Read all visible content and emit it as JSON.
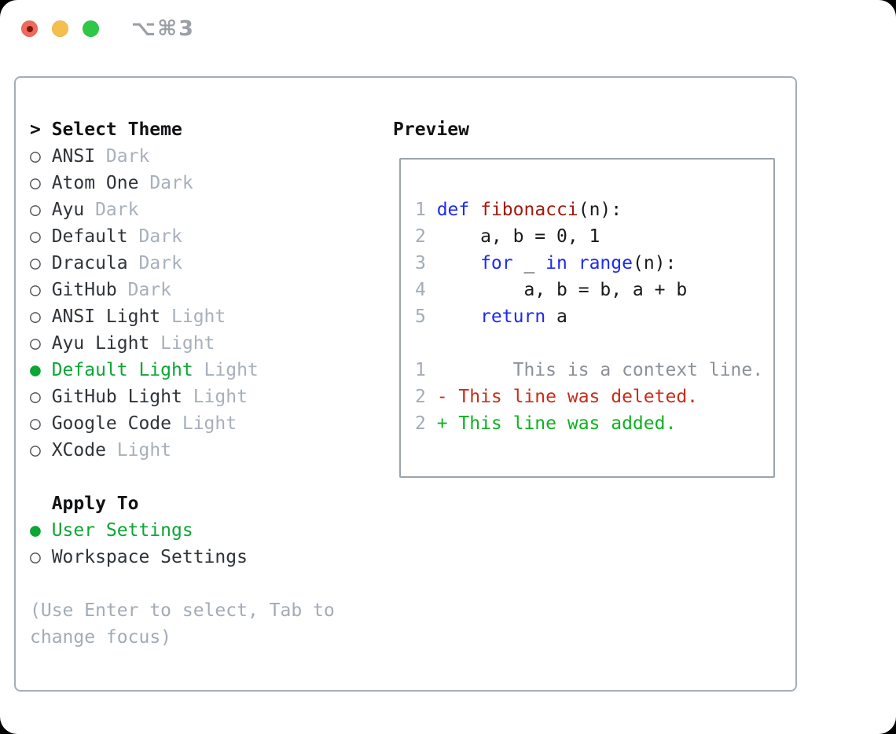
{
  "titlebar": {
    "title": "⌥⌘3"
  },
  "markers": {
    "focused": ">",
    "selected": "●",
    "unselected": "○"
  },
  "theme_list": {
    "header": "Select Theme",
    "items": [
      {
        "name": "ANSI",
        "variant": "Dark",
        "selected": false
      },
      {
        "name": "Atom One",
        "variant": "Dark",
        "selected": false
      },
      {
        "name": "Ayu",
        "variant": "Dark",
        "selected": false
      },
      {
        "name": "Default",
        "variant": "Dark",
        "selected": false
      },
      {
        "name": "Dracula",
        "variant": "Dark",
        "selected": false
      },
      {
        "name": "GitHub",
        "variant": "Dark",
        "selected": false
      },
      {
        "name": "ANSI Light",
        "variant": "Light",
        "selected": false
      },
      {
        "name": "Ayu Light",
        "variant": "Light",
        "selected": false
      },
      {
        "name": "Default Light",
        "variant": "Light",
        "selected": true
      },
      {
        "name": "GitHub Light",
        "variant": "Light",
        "selected": false
      },
      {
        "name": "Google Code",
        "variant": "Light",
        "selected": false
      },
      {
        "name": "XCode",
        "variant": "Light",
        "selected": false
      }
    ]
  },
  "apply_to": {
    "header": "Apply To",
    "options": [
      {
        "label": "User Settings",
        "selected": true
      },
      {
        "label": "Workspace Settings",
        "selected": false
      }
    ]
  },
  "hint": "(Use Enter to select, Tab to change focus)",
  "preview": {
    "header": "Preview",
    "code_lines": [
      {
        "num": "1",
        "tokens": [
          {
            "t": "def",
            "c": "kw"
          },
          {
            "t": " ",
            "c": "pl"
          },
          {
            "t": "fibonacci",
            "c": "fn"
          },
          {
            "t": "(n):",
            "c": "pl"
          }
        ]
      },
      {
        "num": "2",
        "tokens": [
          {
            "t": "    a, b = 0, 1",
            "c": "pl"
          }
        ]
      },
      {
        "num": "3",
        "tokens": [
          {
            "t": "    ",
            "c": "pl"
          },
          {
            "t": "for",
            "c": "kw"
          },
          {
            "t": " _ ",
            "c": "pl"
          },
          {
            "t": "in",
            "c": "kw"
          },
          {
            "t": " ",
            "c": "pl"
          },
          {
            "t": "range",
            "c": "kw"
          },
          {
            "t": "(n):",
            "c": "pl"
          }
        ]
      },
      {
        "num": "4",
        "tokens": [
          {
            "t": "        a, b = b, a + b",
            "c": "pl"
          }
        ]
      },
      {
        "num": "5",
        "tokens": [
          {
            "t": "    ",
            "c": "pl"
          },
          {
            "t": "return",
            "c": "kw"
          },
          {
            "t": " a",
            "c": "pl"
          }
        ]
      },
      {
        "num": "",
        "tokens": []
      },
      {
        "num": "1",
        "tokens": [
          {
            "t": "       This is a context line.",
            "c": "ctx"
          }
        ]
      },
      {
        "num": "2",
        "tokens": [
          {
            "t": "- This line was deleted.",
            "c": "del"
          }
        ]
      },
      {
        "num": "2",
        "tokens": [
          {
            "t": "+ This line was added.",
            "c": "add"
          }
        ]
      }
    ]
  },
  "colors": {
    "selection_green": "#0ba635",
    "diff_added_green": "#0db221",
    "diff_deleted_red": "#c92d17",
    "context_gray": "#8b9199",
    "keyword_blue": "#1c2af0",
    "function_red": "#a21a0e",
    "muted_gray": "#a7b0bb",
    "line_number_gray": "#a2acb8",
    "panel_border": "#a6adb5",
    "traffic_red": "#ee6a5e",
    "traffic_yellow": "#f5bf4d",
    "traffic_green": "#2fc846",
    "title_gray": "#9aa0a6"
  }
}
